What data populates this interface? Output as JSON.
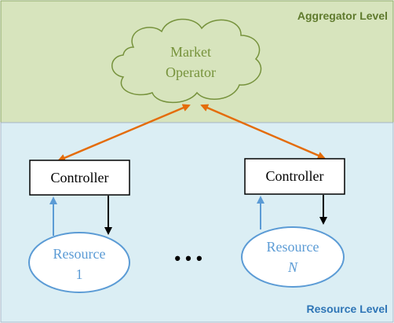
{
  "levels": {
    "aggregator_label": "Aggregator Level",
    "resource_label": "Resource Level"
  },
  "cloud": {
    "line1": "Market",
    "line2": "Operator"
  },
  "controllers": [
    {
      "label": "Controller"
    },
    {
      "label": "Controller"
    }
  ],
  "resources": [
    {
      "line1": "Resource",
      "line2": "1"
    },
    {
      "line1": "Resource",
      "line2": "N"
    }
  ],
  "ellipsis": "• • •",
  "colors": {
    "aggregator_bg": "#d7e4bd",
    "aggregator_border": "#8aa661",
    "resource_bg": "#dbeef4",
    "resource_border": "#a6b5c7",
    "aggregator_text": "#5f7a2d",
    "resource_text": "#2e75b6",
    "cloud_stroke": "#76923c",
    "cloud_text": "#77933c",
    "arrow_orange": "#e46c0a",
    "ellipse_stroke": "#5b9bd5",
    "ellipse_text": "#5b9bd5"
  }
}
